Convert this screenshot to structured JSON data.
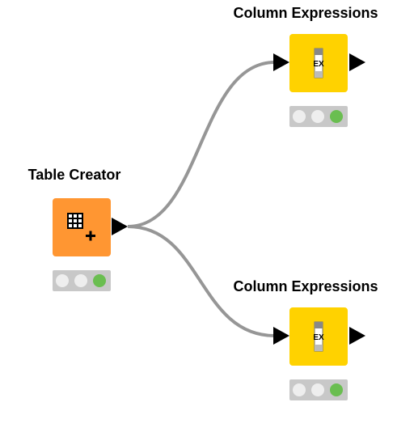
{
  "nodes": [
    {
      "title": "Table Creator",
      "color": "#ff9632",
      "icon": "table-plus-icon",
      "status": [
        "idle",
        "idle",
        "green"
      ]
    },
    {
      "title": "Column Expressions",
      "color": "#ffd200",
      "icon": "column-expressions-icon",
      "status": [
        "idle",
        "idle",
        "green"
      ]
    },
    {
      "title": "Column Expressions",
      "color": "#ffd200",
      "icon": "column-expressions-icon",
      "status": [
        "idle",
        "idle",
        "green"
      ]
    }
  ],
  "icon_text": {
    "column_expressions": "EX"
  },
  "colors": {
    "wire": "#969696",
    "status_green": "#6abe50",
    "status_bg": "#c8c8c8"
  }
}
